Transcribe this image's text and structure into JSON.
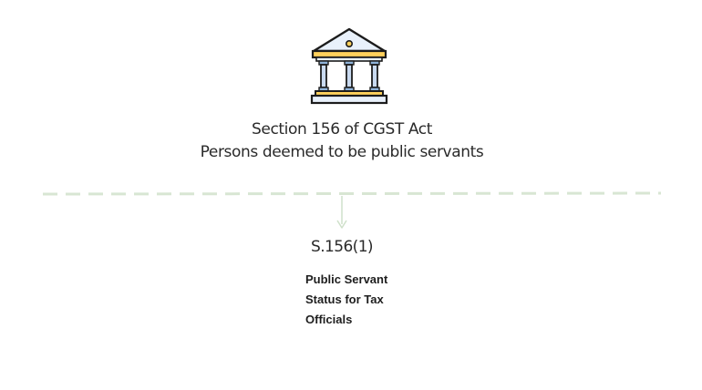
{
  "root": {
    "icon": "courthouse-icon",
    "title_line1": "Section 156 of CGST Act",
    "title_line2": "Persons deemed to be public servants"
  },
  "children": [
    {
      "label": "S.156(1)",
      "description_lines": [
        "Public Servant",
        "Status for Tax",
        "Officials"
      ]
    }
  ],
  "colors": {
    "divider": "#d8e6d3",
    "arrow": "#cfe0ca",
    "icon_roof": "#ffd15c",
    "icon_column": "#8fb3d9",
    "icon_outline": "#1c1c1c"
  }
}
